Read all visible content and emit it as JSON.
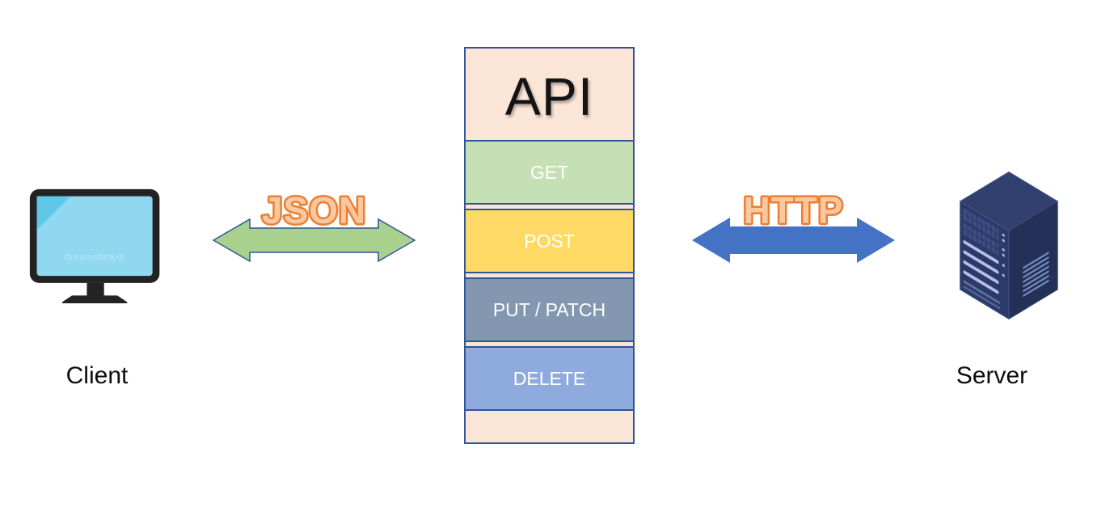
{
  "diagram": {
    "client": {
      "label": "Client",
      "icon": "desktop-monitor-icon",
      "watermark": "dreamstime®",
      "screen_color": "#8FD8F0",
      "frame_color": "#232323"
    },
    "server": {
      "label": "Server",
      "icon": "server-tower-icon",
      "body_color": "#2C3A69"
    },
    "json_link": {
      "label": "JSON",
      "arrow_color": "#A9D18E",
      "arrow_border": "#2F5597",
      "text_fill": "#FAC8A0",
      "text_stroke": "#ED7D31"
    },
    "http_link": {
      "label": "HTTP",
      "arrow_color": "#4472C4",
      "text_fill": "#FAC8A0",
      "text_stroke": "#ED7D31"
    },
    "api": {
      "title": "API",
      "background": "#FBE5D6",
      "border": "#2F5597",
      "rows": [
        {
          "label": "GET",
          "color": "#C5E0B4"
        },
        {
          "label": "POST",
          "color": "#FFD965"
        },
        {
          "label": "PUT / PATCH",
          "color": "#8497B0"
        },
        {
          "label": "DELETE",
          "color": "#8FAADC"
        }
      ]
    }
  }
}
